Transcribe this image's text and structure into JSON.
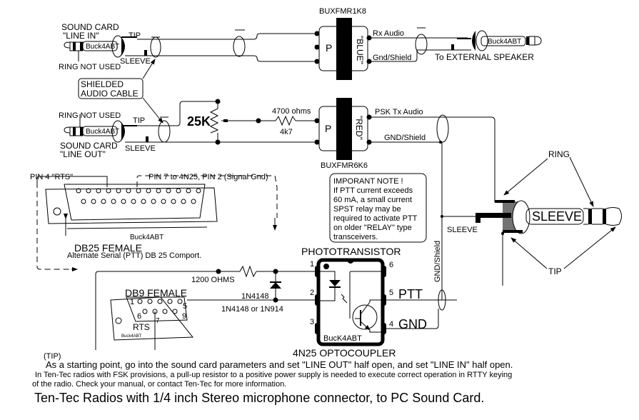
{
  "title": "Ten-Tec Radios with 1/4 inch Stereo microphone connector, to PC Sound Card.",
  "line_in_jack": {
    "label_line1": "SOUND CARD",
    "label_line2": "\"LINE IN\"",
    "tip": "TIP",
    "sleeve": "SLEEVE",
    "ring": "RING NOT USED",
    "brand": "Buck4ABT"
  },
  "line_out_jack": {
    "label_line1": "SOUND CARD",
    "label_line2": "\"LINE OUT\"",
    "tip": "TIP",
    "sleeve": "SLEEVE",
    "ring": "RING NOT USED",
    "brand": "Buck4ABT"
  },
  "shielded_cable_callout": {
    "line1": "SHIELDED",
    "line2": "AUDIO CABLE"
  },
  "transformer_rx": {
    "part": "BUXFMR1K8",
    "color_label": "\"BLUE\"",
    "primary": "P",
    "out_audio": "Rx Audio",
    "out_gnd": "Gnd/Shield"
  },
  "transformer_tx": {
    "part": "BUXFMR6K6",
    "color_label": "\"RED\"",
    "primary": "P",
    "out_audio": "PSK Tx Audio",
    "out_gnd": "GND/Shield"
  },
  "speaker_plug": {
    "brand": "Buck4ABT",
    "label": "To EXTERNAL SPEAKER"
  },
  "potentiometer": {
    "value": "25K"
  },
  "resistor_tx": {
    "value_top": "4700 ohms",
    "value_bottom": "4k7"
  },
  "note": {
    "lines": [
      "IMPORANT NOTE !",
      "If PTT current exceeds",
      "60 mA, a small current",
      "SPST relay may be",
      "required to activate PTT",
      "on older \"RELAY\" type",
      "transceivers."
    ]
  },
  "stereo_plug": {
    "ring": "RING",
    "tip": "TIP",
    "sleeve_body": "SLEEVE",
    "sleeve_wire": "SLEEVE",
    "gnd_shield": "GND/Shield"
  },
  "db25": {
    "pin4": "PIN 4  \"RTS\"",
    "pin7": "PIN 7  to 4N25, PIN 2 (Signal Gnd)",
    "name": "DB25 FEMALE",
    "desc": "Alternate Serial (PTT) DB 25 Comport.",
    "brand": "Buck4ABT"
  },
  "db9": {
    "name": "DB9 FEMALE",
    "pin1": "1",
    "pin5": "5",
    "pin6": "6",
    "pin7": "7",
    "pin9": "9",
    "rts": "RTS",
    "brand": "Buck4ABT"
  },
  "resistor_ptt": {
    "value": "1200 OHMS"
  },
  "diode": {
    "top": "1N4148",
    "bottom": "1N4148 or 1N914"
  },
  "optocoupler": {
    "header": "PHOTOTRANSISTOR",
    "footer": "4N25  OPTOCOUPLER",
    "brand": "BucK4ABT",
    "pins": [
      "1",
      "2",
      "3",
      "4",
      "5",
      "6"
    ],
    "ptt": "PTT",
    "gnd": "GND"
  },
  "notes_bottom": {
    "tip_label": "(TIP)",
    "line1": "As a starting point, go into the sound card parameters and set \"LINE OUT\" half open, and set \"LINE IN\" half open.",
    "line2": "In Ten-Tec radios with FSK provisions, a pull-up resistor to a positive power supply is needed to execute correct operation in RTTY keying",
    "line3": "of the radio.  Check your manual, or contact Ten-Tec for more information."
  }
}
